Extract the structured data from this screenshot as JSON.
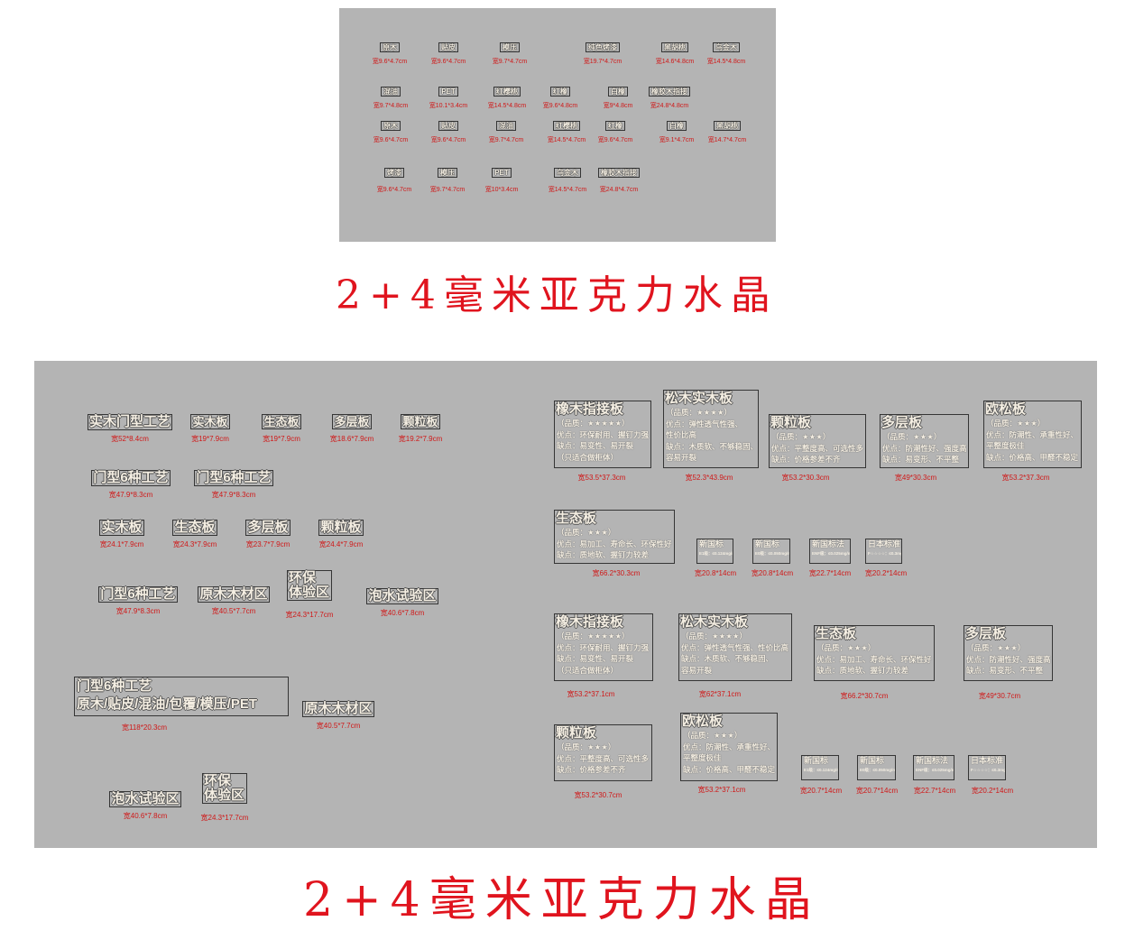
{
  "titles": {
    "top": "2+4毫米亚克力水晶",
    "bottom": "2+4毫米亚克力水晶"
  },
  "top_panel": {
    "labels": [
      {
        "text": "原木",
        "size": "宽9.6*4.7cm"
      },
      {
        "text": "贴皮",
        "size": "宽9.6*4.7cm"
      },
      {
        "text": "模压",
        "size": "宽9.7*4.7cm"
      },
      {
        "text": "纯色烤漆",
        "size": "宽19.7*4.7cm"
      },
      {
        "text": "黑胡桃",
        "size": "宽14.6*4.8cm"
      },
      {
        "text": "乌金木",
        "size": "宽14.5*4.8cm"
      },
      {
        "text": "混油",
        "size": "宽9.7*4.8cm"
      },
      {
        "text": "PET",
        "size": "宽10.1*3.4cm"
      },
      {
        "text": "红樱桃",
        "size": "宽14.5*4.8cm"
      },
      {
        "text": "红橡",
        "size": "宽9.6*4.8cm"
      },
      {
        "text": "白橡",
        "size": "宽9*4.8cm"
      },
      {
        "text": "橡胶木指接",
        "size": "宽24.8*4.8cm"
      },
      {
        "text": "原木",
        "size": "宽9.6*4.7cm"
      },
      {
        "text": "贴皮",
        "size": "宽9.6*4.7cm"
      },
      {
        "text": "混油",
        "size": "宽9.7*4.7cm"
      },
      {
        "text": "红樱桃",
        "size": "宽14.5*4.7cm"
      },
      {
        "text": "红橡",
        "size": "宽9.6*4.7cm"
      },
      {
        "text": "白橡",
        "size": "宽9.1*4.7cm"
      },
      {
        "text": "黑胡桃",
        "size": "宽14.7*4.7cm"
      },
      {
        "text": "烤漆",
        "size": "宽9.6*4.7cm"
      },
      {
        "text": "模压",
        "size": "宽9.7*4.7cm"
      },
      {
        "text": "PET",
        "size": "宽10*3.4cm"
      },
      {
        "text": "乌金木",
        "size": "宽14.5*4.7cm"
      },
      {
        "text": "橡胶木指接",
        "size": "宽24.8*4.7cm"
      }
    ]
  },
  "bottom_left": {
    "labels": [
      {
        "text": "实木门型工艺",
        "size": "宽52*8.4cm"
      },
      {
        "text": "实木板",
        "size": "宽19*7.9cm"
      },
      {
        "text": "生态板",
        "size": "宽19*7.9cm"
      },
      {
        "text": "多层板",
        "size": "宽18.6*7.9cm"
      },
      {
        "text": "颗粒板",
        "size": "宽19.2*7.9cm"
      },
      {
        "text": "门型6种工艺",
        "size": "宽47.9*8.3cm"
      },
      {
        "text": "门型6种工艺",
        "size": "宽47.9*8.3cm"
      },
      {
        "text": "实木板",
        "size": "宽24.1*7.9cm"
      },
      {
        "text": "生态板",
        "size": "宽24.3*7.9cm"
      },
      {
        "text": "多层板",
        "size": "宽23.7*7.9cm"
      },
      {
        "text": "颗粒板",
        "size": "宽24.4*7.9cm"
      },
      {
        "text": "门型6种工艺",
        "size": "宽47.9*8.3cm"
      },
      {
        "text": "原木木材区",
        "size": "宽40.5*7.7cm"
      },
      {
        "text": "环保",
        "text2": "体验区",
        "size": "宽24.3*17.7cm"
      },
      {
        "text": "泡水试验区",
        "size": "宽40.6*7.8cm"
      },
      {
        "text": "原木木材区",
        "size": "宽40.5*7.7cm"
      },
      {
        "text": "泡水试验区",
        "size": "宽40.6*7.8cm"
      },
      {
        "text": "环保",
        "text2": "体验区",
        "size": "宽24.3*17.7cm"
      }
    ],
    "big_label": {
      "line1": "门型6种工艺",
      "line2": "原木/贴皮/混油/包覆/模压/PET",
      "size": "宽118*20.3cm"
    }
  },
  "bottom_right": {
    "cards": [
      {
        "title": "橡木指接板",
        "lines": [
          "（品质：★★★★★）",
          "优点：环保耐用、握钉力强",
          "缺点：易变性、易开裂",
          "（只适合做柜体）"
        ],
        "size": "宽53.5*37.3cm"
      },
      {
        "title": "松木实木板",
        "lines": [
          "（品质：★★★★）",
          "优点：弹性透气性强、",
          "性价比高",
          "缺点：木质软、不够稳固、",
          "容易开裂"
        ],
        "size": "宽52.3*43.9cm"
      },
      {
        "title": "颗粒板",
        "lines": [
          "（品质：★★★）",
          "优点：平整度高、可选性多",
          "缺点：价格参差不齐"
        ],
        "size": "宽53.2*30.3cm"
      },
      {
        "title": "多层板",
        "lines": [
          "（品质：★★★）",
          "优点：防潮性好、强度高",
          "缺点：易变形、不平整"
        ],
        "size": "宽49*30.3cm"
      },
      {
        "title": "欧松板",
        "lines": [
          "（品质：★★★）",
          "优点：防潮性、承重性好、",
          "平整度极佳",
          "缺点：价格高、甲醛不稳定"
        ],
        "size": "宽53.2*37.3cm"
      },
      {
        "title": "生态板",
        "lines": [
          "（品质：★★★）",
          "优点：易加工、寿命长、环保性好",
          "缺点：质地软、握钉力较差"
        ],
        "size": "宽66.2*30.3cm"
      },
      {
        "title": "橡木指接板",
        "lines": [
          "（品质：★★★★★）",
          "优点：环保耐用、握钉力强",
          "缺点：易变性、易开裂",
          "（只适合做柜体）"
        ],
        "size": "宽53.2*37.1cm"
      },
      {
        "title": "松木实木板",
        "lines": [
          "（品质：★★★★）",
          "优点：弹性透气性强、性价比高",
          "缺点：木质软、不够稳固、",
          "容易开裂"
        ],
        "size": "宽62*37.1cm"
      },
      {
        "title": "生态板",
        "lines": [
          "（品质：★★★）",
          "优点：易加工、寿命长、环保性好",
          "缺点：质地软、握钉力较差"
        ],
        "size": "宽66.2*30.7cm"
      },
      {
        "title": "多层板",
        "lines": [
          "（品质：★★★）",
          "优点：防潮性好、强度高",
          "缺点：易变形、不平整"
        ],
        "size": "宽49*30.7cm"
      },
      {
        "title": "颗粒板",
        "lines": [
          "（品质：★★★）",
          "优点：平整度高、可选性多",
          "缺点：价格参差不齐"
        ],
        "size": "宽53.2*30.7cm"
      },
      {
        "title": "欧松板",
        "lines": [
          "（品质：★★★）",
          "优点：防潮性、承重性好、",
          "平整度极佳",
          "缺点：价格高、甲醛不稳定"
        ],
        "size": "宽53.2*37.1cm"
      }
    ],
    "standards": [
      {
        "title": "新国标",
        "note": "E1级：≤0.124mg/m³",
        "size": "宽20.8*14cm"
      },
      {
        "title": "新国标",
        "note": "E0级：≤0.050mg/m³",
        "size": "宽20.8*14cm"
      },
      {
        "title": "新国标法",
        "note": "ENF级：≤0.025mg/m³",
        "size": "宽22.7*14cm"
      },
      {
        "title": "日本标准",
        "note": "F☆☆☆☆：≤0.3mg/L",
        "size": "宽20.2*14cm"
      },
      {
        "title": "新国标",
        "note": "E1级：≤0.124mg/m³",
        "size": "宽20.7*14cm"
      },
      {
        "title": "新国标",
        "note": "E0级：≤0.050mg/m³",
        "size": "宽20.7*14cm"
      },
      {
        "title": "新国标法",
        "note": "ENF级：≤0.025mg/m³",
        "size": "宽22.7*14cm"
      },
      {
        "title": "日本标准",
        "note": "F☆☆☆☆：≤0.3mg/L",
        "size": "宽20.2*14cm"
      }
    ]
  }
}
